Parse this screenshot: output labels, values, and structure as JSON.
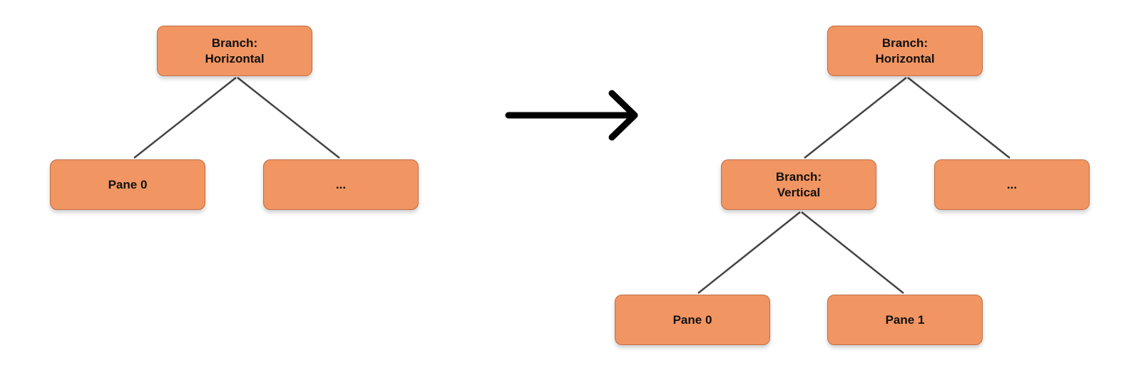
{
  "colors": {
    "node_fill": "#f19562",
    "node_border": "#c06e44",
    "edge": "#444444",
    "arrow": "#000000"
  },
  "before": {
    "root": {
      "line1": "Branch:",
      "line2": "Horizontal"
    },
    "left": {
      "label": "Pane 0"
    },
    "right": {
      "label": "..."
    }
  },
  "after": {
    "root": {
      "line1": "Branch:",
      "line2": "Horizontal"
    },
    "mid": {
      "line1": "Branch:",
      "line2": "Vertical"
    },
    "right": {
      "label": "..."
    },
    "leaf0": {
      "label": "Pane 0"
    },
    "leaf1": {
      "label": "Pane 1"
    }
  },
  "transition_icon": "arrow-right-icon"
}
